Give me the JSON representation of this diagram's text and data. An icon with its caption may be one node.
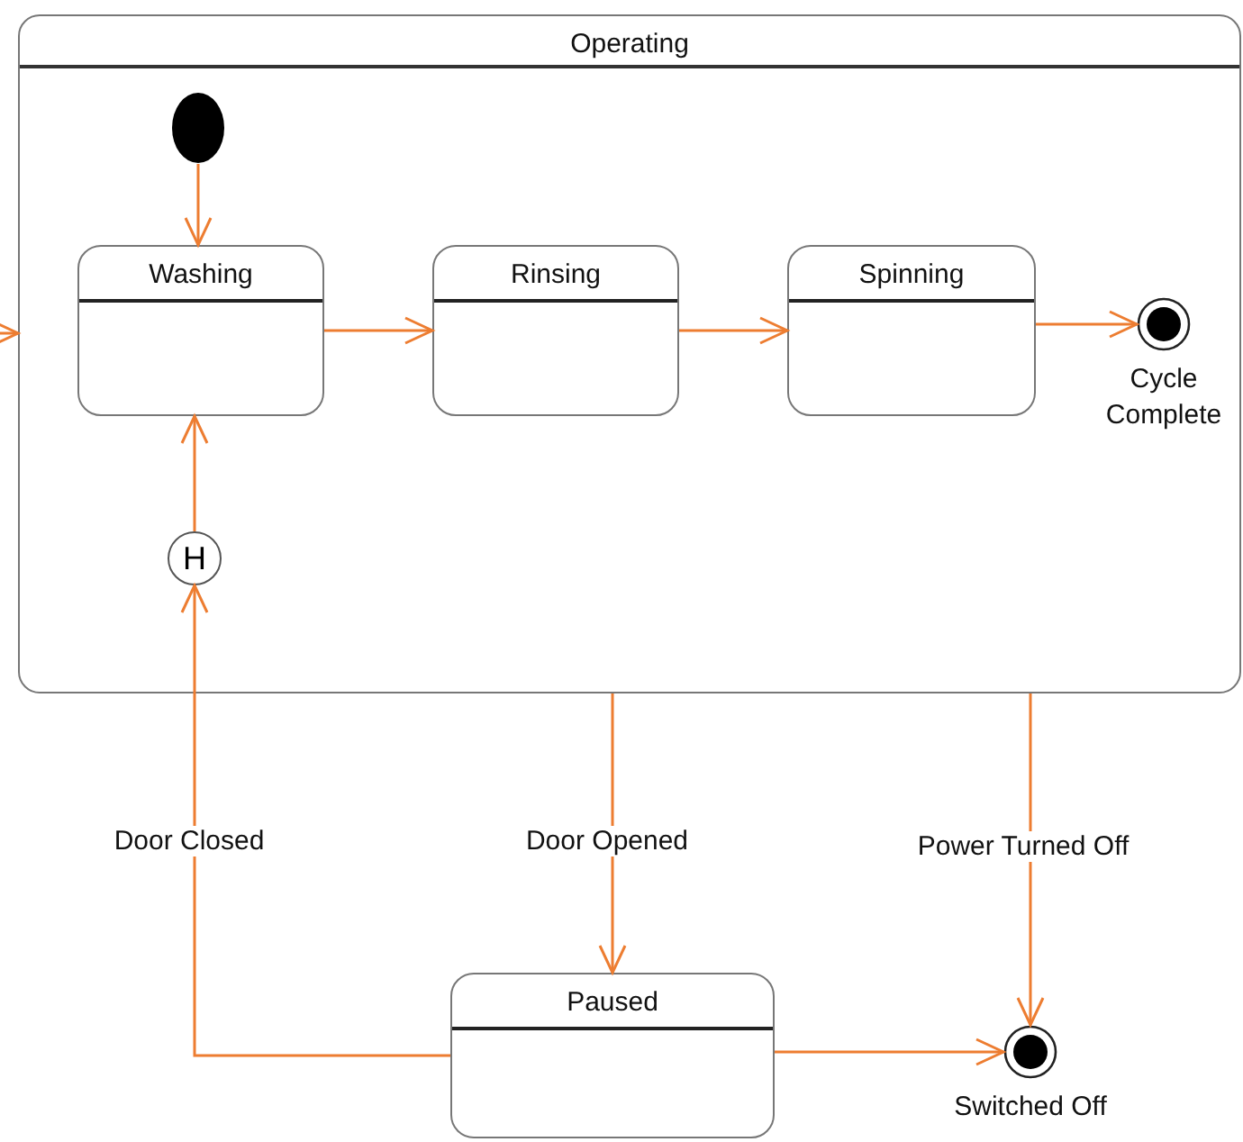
{
  "diagram": {
    "nodes": [
      {
        "text": [
          "Operating"
        ]
      },
      {
        "text": [],
        "shape": "circle",
        "in": 0
      },
      {
        "text": [
          "Washing"
        ],
        "in": 0
      },
      {
        "text": [
          "Rinsing"
        ],
        "in": 0
      },
      {
        "text": [
          "Spinning"
        ],
        "in": 0
      },
      {
        "text": [
          "Cycle Complete"
        ],
        "in": 0
      },
      {
        "text": [
          "H"
        ],
        "in": 0
      },
      {
        "text": [
          "Paused"
        ]
      },
      {
        "text": [
          "Switched Off"
        ]
      }
    ],
    "edges": [
      {
        "from": null,
        "to": 0,
        "arrow": "to"
      },
      {
        "from": 1,
        "to": 2,
        "arrow": "to"
      },
      {
        "from": 2,
        "to": 3,
        "arrow": "to"
      },
      {
        "from": 3,
        "to": 4,
        "arrow": "to"
      },
      {
        "from": 4,
        "to": 5,
        "arrow": "to"
      },
      {
        "from": 6,
        "to": 2,
        "arrow": "to"
      },
      {
        "from": 0,
        "to": 7,
        "label": "Door Opened",
        "arrow": "to"
      },
      {
        "from": 0,
        "to": 8,
        "label": "Power Turned Off",
        "arrow": "to"
      },
      {
        "from": 7,
        "to": 6,
        "label": "Door Closed",
        "arrow": "to"
      },
      {
        "from": 7,
        "to": 8,
        "arrow": "to"
      }
    ]
  }
}
